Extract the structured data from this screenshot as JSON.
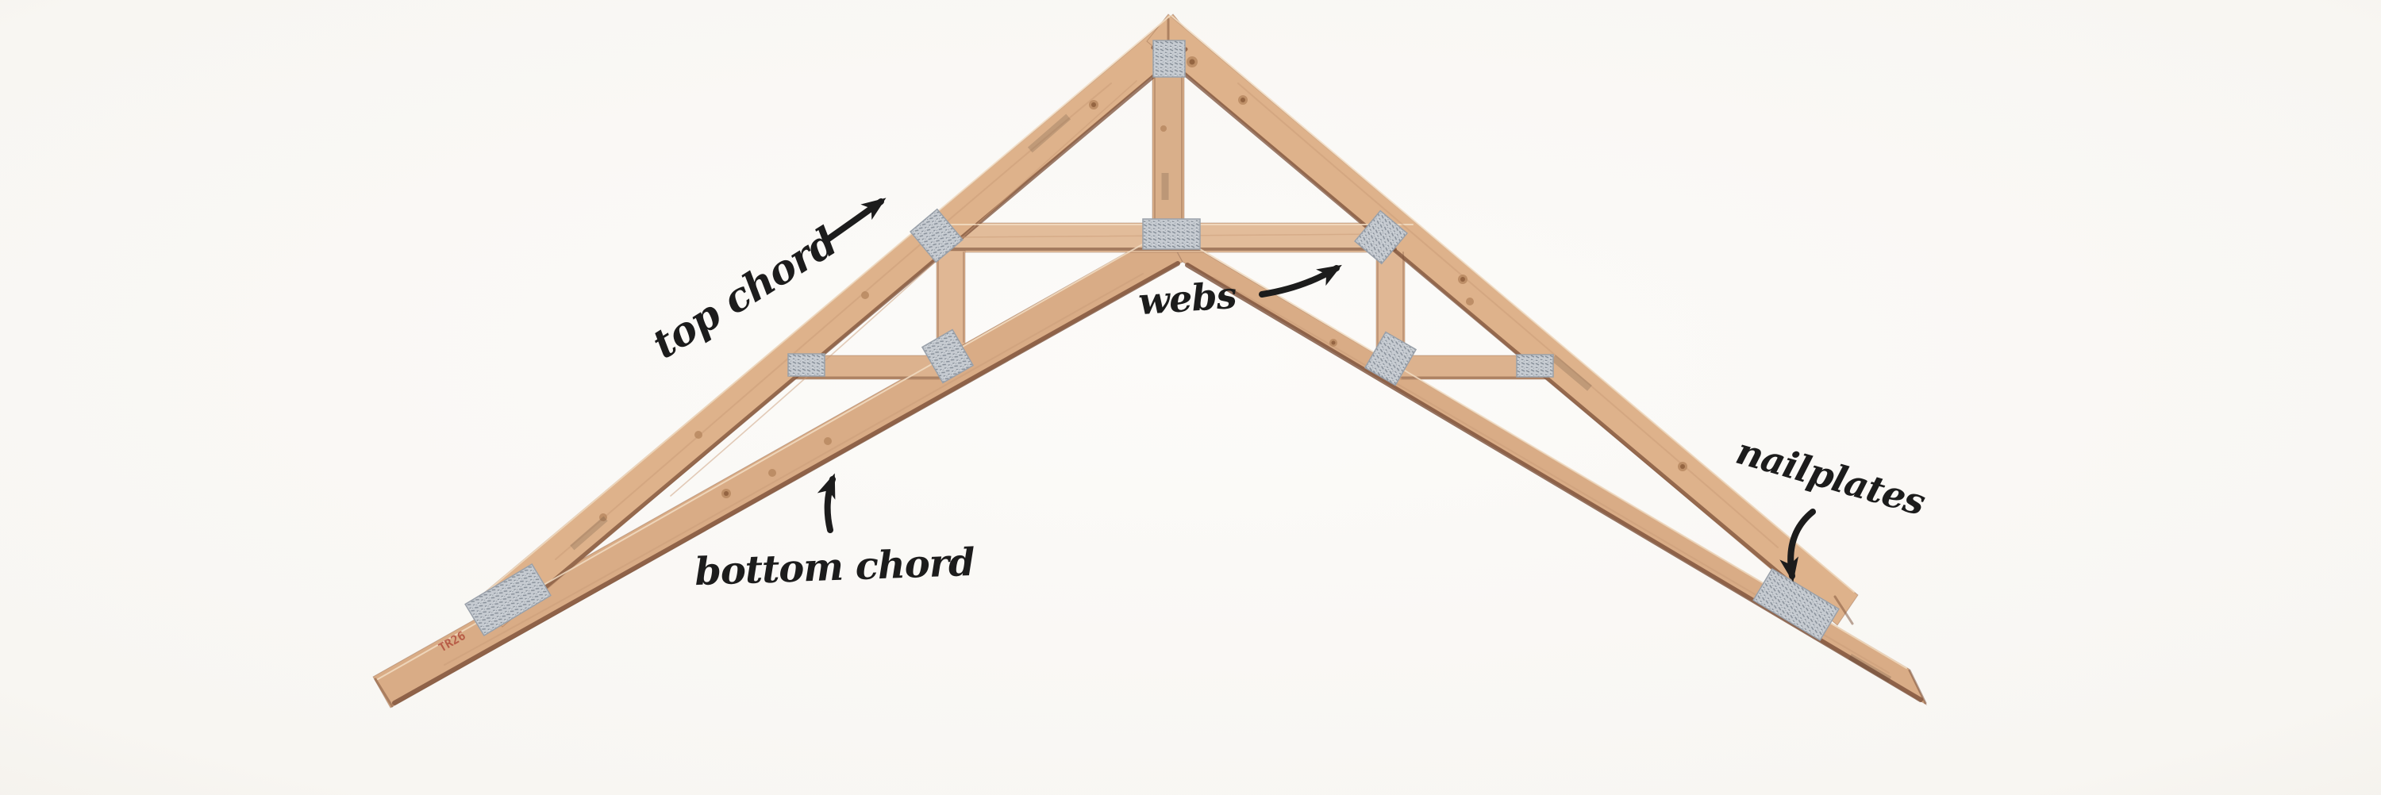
{
  "scene": {
    "background_color": "#fbfaf7",
    "background_edge_color": "#f2efe9",
    "ink_color": "#1c1c1c",
    "wood_color": "#dcb28d",
    "wood_shadow_color": "#7c5038",
    "nailplate_color": "#c6cbd1",
    "nailplate_mark_color": "#858d97",
    "stamp_color": "#b04a38",
    "labels": {
      "top_chord": "top chord",
      "webs": "webs",
      "bottom_chord": "bottom chord",
      "nailplates": "nailplates"
    },
    "stamp_text": "TR26"
  }
}
